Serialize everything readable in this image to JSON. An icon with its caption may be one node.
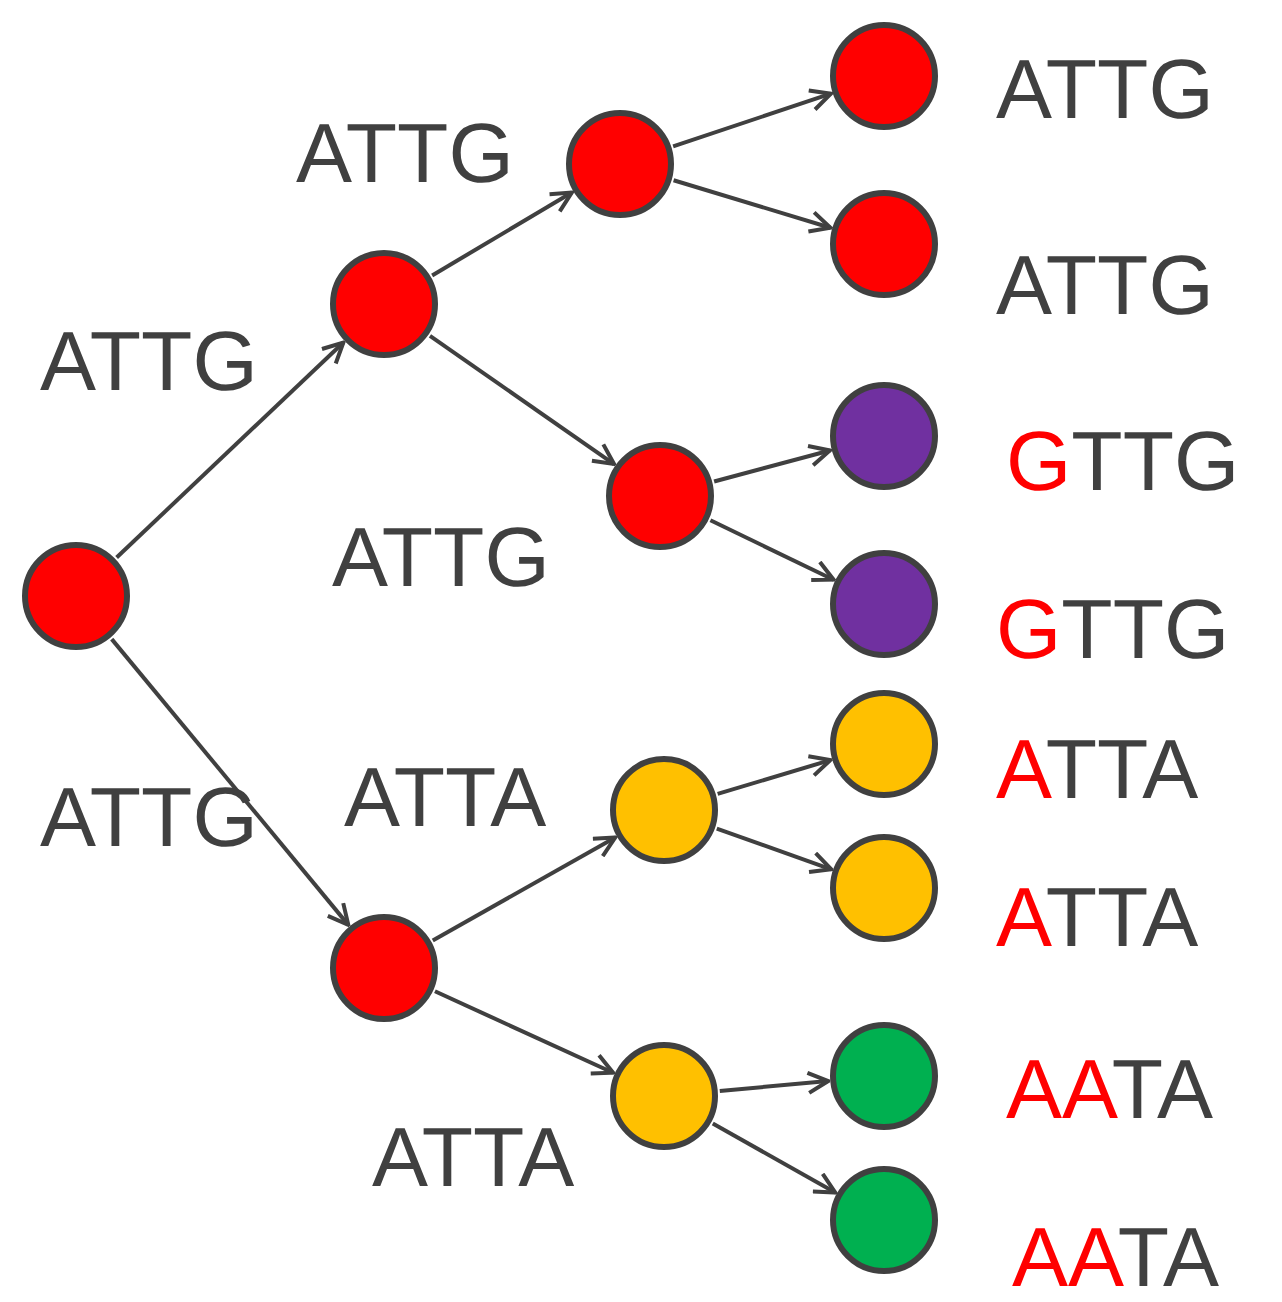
{
  "diagram": {
    "nodes": [
      {
        "text": [],
        "shape": "circle"
      },
      {
        "text": [],
        "shape": "circle",
        "beside": [
          "ATTG"
        ]
      },
      {
        "text": [],
        "shape": "circle",
        "beside": [
          "ATTG"
        ]
      },
      {
        "text": [],
        "shape": "circle",
        "beside": [
          "ATTG"
        ]
      },
      {
        "text": [],
        "shape": "circle",
        "beside": [
          "ATTG"
        ]
      },
      {
        "text": [],
        "shape": "circle",
        "beside": [
          "ATTG"
        ]
      },
      {
        "text": [],
        "shape": "circle",
        "beside": [
          "GTTG"
        ]
      },
      {
        "text": [],
        "shape": "circle",
        "beside": [
          "GTTG"
        ]
      },
      {
        "text": [],
        "shape": "circle",
        "beside": [
          "ATTG"
        ]
      },
      {
        "text": [],
        "shape": "circle",
        "beside": [
          "ATTA"
        ]
      },
      {
        "text": [],
        "shape": "circle",
        "beside": [
          "ATTA"
        ]
      },
      {
        "text": [],
        "shape": "circle",
        "beside": [
          "ATTA"
        ]
      },
      {
        "text": [],
        "shape": "circle",
        "beside": [
          "ATTA"
        ]
      },
      {
        "text": [],
        "shape": "circle",
        "beside": [
          "AATA"
        ]
      },
      {
        "text": [],
        "shape": "circle",
        "beside": [
          "AATA"
        ]
      }
    ],
    "edges": [
      {
        "from": 0,
        "to": 1,
        "arrow": "to"
      },
      {
        "from": 1,
        "to": 2,
        "arrow": "to"
      },
      {
        "from": 2,
        "to": 3,
        "arrow": "to"
      },
      {
        "from": 2,
        "to": 4,
        "arrow": "to"
      },
      {
        "from": 1,
        "to": 5,
        "arrow": "to"
      },
      {
        "from": 5,
        "to": 6,
        "arrow": "to"
      },
      {
        "from": 5,
        "to": 7,
        "arrow": "to"
      },
      {
        "from": 0,
        "to": 8,
        "arrow": "to"
      },
      {
        "from": 8,
        "to": 9,
        "arrow": "to"
      },
      {
        "from": 9,
        "to": 10,
        "arrow": "to"
      },
      {
        "from": 9,
        "to": 11,
        "arrow": "to"
      },
      {
        "from": 8,
        "to": 12,
        "arrow": "to"
      },
      {
        "from": 12,
        "to": 13,
        "arrow": "to"
      },
      {
        "from": 12,
        "to": 14,
        "arrow": "to"
      }
    ]
  }
}
